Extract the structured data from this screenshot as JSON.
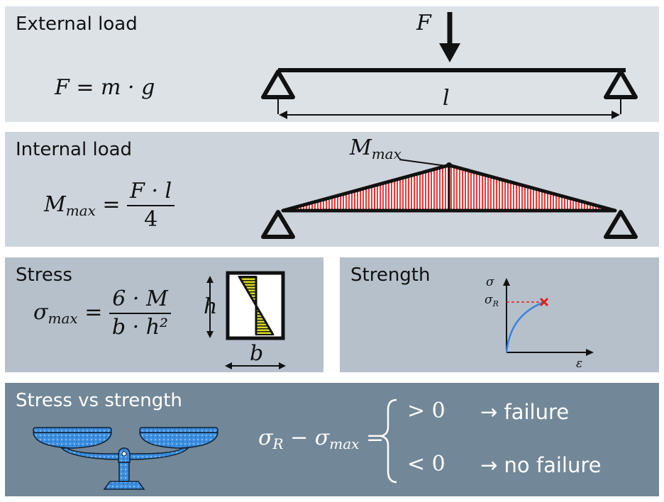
{
  "panels": {
    "external": {
      "title": "External load",
      "equation": {
        "lhs": "F",
        "rhs": "m · g"
      },
      "force_label": "F",
      "length_label": "l"
    },
    "internal": {
      "title": "Internal load",
      "equation": {
        "lhs": "M",
        "lhs_sub": "max",
        "num": "F · l",
        "den": "4"
      },
      "peak_label": "M",
      "peak_label_sub": "max"
    },
    "stress": {
      "title": "Stress",
      "equation": {
        "lhs": "σ",
        "lhs_sub": "max",
        "num": "6 · M",
        "den": "b · h²"
      },
      "height_label": "h",
      "width_label": "b"
    },
    "strength": {
      "title": "Strength",
      "y_axis_label": "σ",
      "x_axis_label": "ε",
      "ultimate_label": "σ",
      "ultimate_label_sub": "R"
    },
    "comparison": {
      "title": "Stress vs strength",
      "equation": {
        "a": "σ",
        "a_sub": "R",
        "b": "σ",
        "b_sub": "max"
      },
      "cases": [
        {
          "condition": "> 0",
          "result": "→ failure"
        },
        {
          "condition": "< 0",
          "result": "→ no failure"
        }
      ]
    }
  },
  "colors": {
    "moment_fill": "#e83a3a",
    "section_fill": "#d8d820",
    "curve": "#3b82e0",
    "failure_mark": "#e02020",
    "scale_blue": "#3c8fe0"
  },
  "icons": [
    "support-triangle-icon",
    "force-arrow-icon",
    "balance-scale-icon",
    "failure-cross-icon"
  ]
}
